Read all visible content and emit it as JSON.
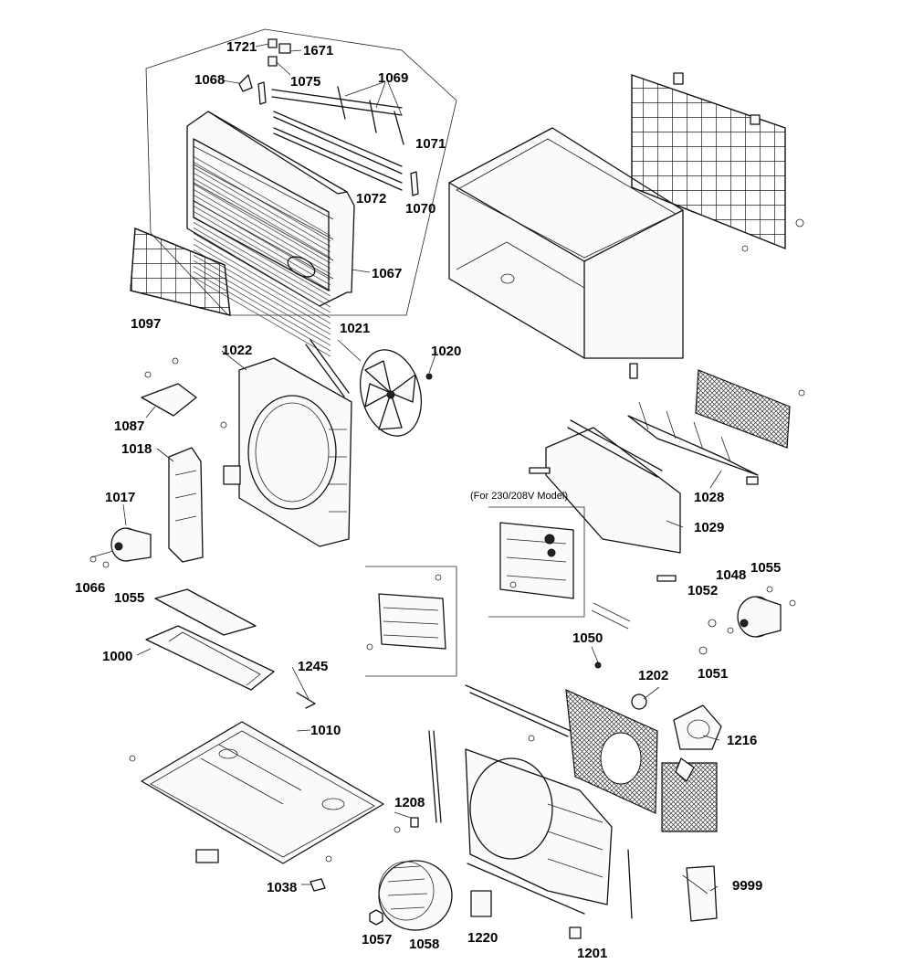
{
  "labels": {
    "p1721": "1721",
    "p1671": "1671",
    "p1068": "1068",
    "p1075": "1075",
    "p1069": "1069",
    "p1071": "1071",
    "p1072": "1072",
    "p1070": "1070",
    "p1067": "1067",
    "p1097": "1097",
    "p1021": "1021",
    "p1022": "1022",
    "p1020": "1020",
    "p1087": "1087",
    "p1018": "1018",
    "p1017": "1017",
    "p1066": "1066",
    "p1055a": "1055",
    "p1028": "1028",
    "p1029": "1029",
    "p1055b": "1055",
    "p1048": "1048",
    "p1052": "1052",
    "p1051": "1051",
    "p1050": "1050",
    "p1000": "1000",
    "p1245": "1245",
    "p1010": "1010",
    "p1202": "1202",
    "p1216": "1216",
    "p1208": "1208",
    "p9999": "9999",
    "p1038": "1038",
    "p1057": "1057",
    "p1058": "1058",
    "p1220": "1220",
    "p1201": "1201"
  },
  "note": "(For 230/208V Model)"
}
